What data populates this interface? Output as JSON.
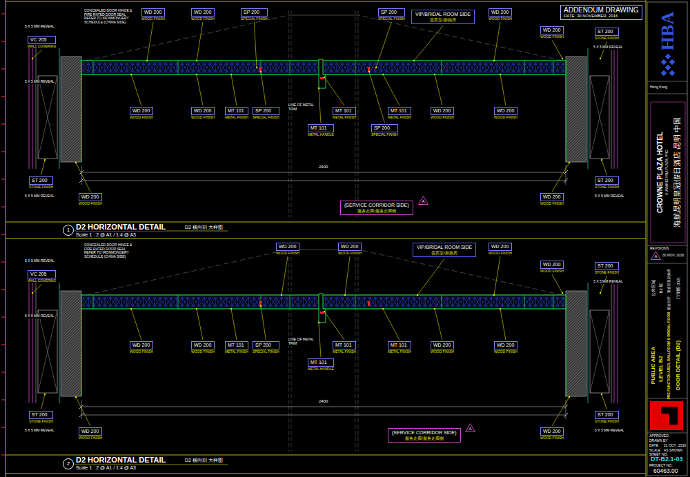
{
  "diagram": {
    "nodes": [
      {
        "text": [
          "ADDENDUM DRAWING",
          "DATE: 30 NOVEMBER, 2016"
        ]
      },
      {
        "text": [
          "WD 200",
          "WOOD FINISH"
        ]
      },
      {
        "text": [
          "WD 200",
          "WOOD FINISH"
        ]
      },
      {
        "text": [
          "SP 200",
          "SPECIAL FINISH"
        ]
      },
      {
        "text": [
          "SP 200",
          "SPECIAL FINISH"
        ]
      },
      {
        "text": [
          "VIP/BRIDAL ROOM SIDE",
          "贵宾室/新娘房"
        ]
      },
      {
        "text": [
          "WD 200",
          "WOOD FINISH"
        ]
      },
      {
        "text": [
          "VC 205",
          "WALL COVERING"
        ]
      },
      {
        "text": [
          "WD 200",
          "WOOD FINISH"
        ]
      },
      {
        "text": [
          "ST 200",
          "STONE FINISH"
        ]
      },
      {
        "text": [
          "WD 200",
          "WOOD FINISH"
        ]
      },
      {
        "text": [
          "WD 200",
          "WOOD FINISH"
        ]
      },
      {
        "text": [
          "MT 101",
          "METAL FINISH"
        ]
      },
      {
        "text": [
          "SP 200",
          "SPECIAL FINISH"
        ]
      },
      {
        "text": [
          "MT 101",
          "METAL FINISH"
        ]
      },
      {
        "text": [
          "MT 101",
          "METAL FINISH"
        ]
      },
      {
        "text": [
          "WD 200",
          "WOOD FINISH"
        ]
      },
      {
        "text": [
          "WD 200",
          "WOOD FINISH"
        ]
      },
      {
        "text": [
          "MT 101",
          "METAL HANDLE"
        ]
      },
      {
        "text": [
          "SP 200",
          "SPECIAL FINISH"
        ]
      },
      {
        "text": [
          "ST 200",
          "STONE FINISH"
        ]
      },
      {
        "text": [
          "WD 200",
          "WOOD FINISH"
        ]
      },
      {
        "text": [
          "WD 200",
          "WOOD FINISH"
        ]
      },
      {
        "text": [
          "ST 200",
          "STONE FINISH"
        ]
      },
      {
        "text": [
          "(SERVICE CORRIDOR SIDE)",
          "服务走廊/服务走廊侧"
        ]
      },
      {
        "text": [
          "A"
        ]
      },
      {
        "text": [
          "1"
        ]
      },
      {
        "text": [
          "WD 200",
          "WOOD FINISH"
        ]
      },
      {
        "text": [
          "WD 200",
          "WOOD FINISH"
        ]
      },
      {
        "text": [
          "VIP/BRIDAL ROOM SIDE",
          "贵宾室/新娘房"
        ]
      },
      {
        "text": [
          "WD 200",
          "WOOD FINISH"
        ]
      },
      {
        "text": [
          "VC 205",
          "WALL COVERING"
        ]
      },
      {
        "text": [
          "WD 200",
          "WOOD FINISH"
        ]
      },
      {
        "text": [
          "ST 200",
          "STONE FINISH"
        ]
      },
      {
        "text": [
          "WD 200",
          "WOOD FINISH"
        ]
      },
      {
        "text": [
          "WD 200",
          "WOOD FINISH"
        ]
      },
      {
        "text": [
          "MT 101",
          "METAL FINISH"
        ]
      },
      {
        "text": [
          "SP 200",
          "SPECIAL FINISH"
        ]
      },
      {
        "text": [
          "MT 101",
          "METAL FINISH"
        ]
      },
      {
        "text": [
          "MT 101",
          "METAL FINISH"
        ]
      },
      {
        "text": [
          "WD 200",
          "WOOD FINISH"
        ]
      },
      {
        "text": [
          "WD 200",
          "WOOD FINISH"
        ]
      },
      {
        "text": [
          "MT 101",
          "METAL HANDLE"
        ]
      },
      {
        "text": [
          "ST 200",
          "STONE FINISH"
        ]
      },
      {
        "text": [
          "WD 200",
          "WOOD FINISH"
        ]
      },
      {
        "text": [
          "WD 200",
          "WOOD FINISH"
        ]
      },
      {
        "text": [
          "ST 200",
          "STONE FINISH"
        ]
      },
      {
        "text": [
          "(SERVICE CORRIDOR SIDE)",
          "服务走廊/服务走廊侧"
        ]
      },
      {
        "text": [
          "A"
        ]
      },
      {
        "text": [
          "2"
        ]
      },
      {
        "text": [
          "A"
        ]
      }
    ],
    "labels": [
      "CONCEALED DOOR HINGE & FIRE-RATED DOOR SEAL REFER TO IRONMONGERY SCHEDULE (CHINA SIDE)",
      "5 X 5 MM REVEAL",
      "5 X 5 MM REVEAL",
      "5 X 5 MM REVEAL",
      "LINE OF METAL TRIM",
      "5 X 5 MM REVEAL",
      "5 X 5 MM REVEAL",
      "2400",
      "D2 HORIZONTAL DETAIL",
      "D2 横向剖 大样图",
      "Scale 1 : 2 @ A1 / 1:4 @ A3",
      "CONCEALED DOOR HINGE & FIRE-RATED DOOR SEAL REFER TO IRONMONGERY SCHEDULE (CHINA SIDE)",
      "5 X 5 MM REVEAL",
      "5 X 5 MM REVEAL",
      "5 X 5 MM REVEAL",
      "LINE OF METAL TRIM",
      "5 X 5 MM REVEAL",
      "5 X 5 MM REVEAL",
      "2400",
      "D2 HORIZONTAL DETAIL",
      "D2 横向剖 大样图",
      "Scale 1 : 2 @ A1 / 1:4 @ A3",
      "HBA",
      "Hong Kong",
      "CROWNE PLAZA HOTEL",
      "KUNMING HNA PLAZA, PRC",
      "海航昆明皇冠假日酒店 昆明 中国",
      "REVISIONS",
      "30 NOV. 2016",
      "公共区域",
      "B2 层",
      "宴会前厅、宴会厅及新娘房",
      "门详图 (D2)",
      "PUBLIC AREA",
      "LEVEL B2",
      "PRE FUNCTION AREA, BALLROOM & BRIDAL ROOM",
      "DOOR DETAIL (D2)",
      "APPROVED",
      "DRAWN BY",
      "DATE",
      "21 OCT., 2016",
      "SCALE",
      "AS SHOWN",
      "SHEET NO.",
      "DT-B2.1-03",
      "PROJECT NO.",
      "60463.00"
    ]
  }
}
